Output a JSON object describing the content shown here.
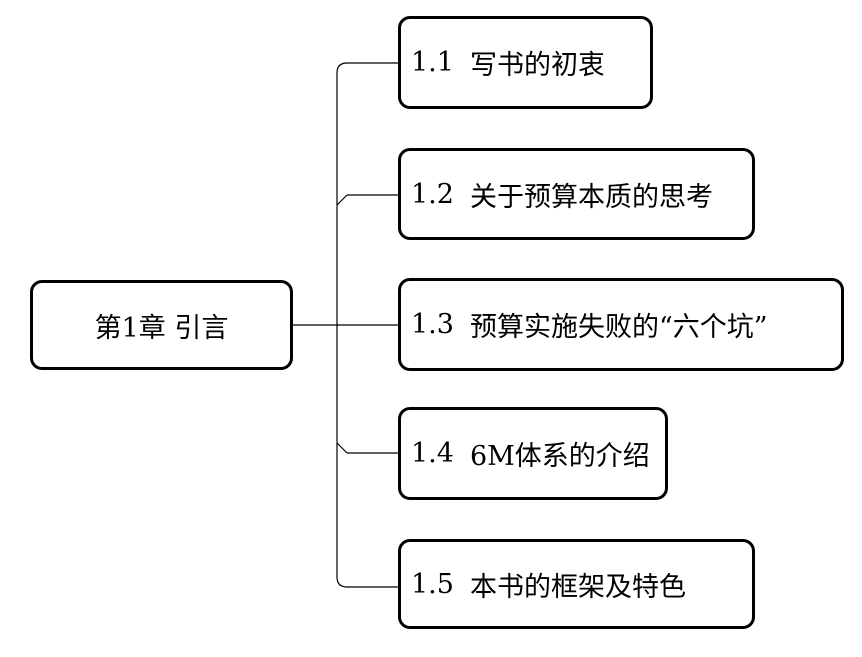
{
  "diagram": {
    "root": {
      "label": "第1章  引言"
    },
    "children": [
      {
        "number": "1.1",
        "title": "写书的初衷"
      },
      {
        "number": "1.2",
        "title": "关于预算本质的思考"
      },
      {
        "number": "1.3",
        "title": "预算实施失败的“六个坑”"
      },
      {
        "number": "1.4",
        "title": "6M体系的介绍"
      },
      {
        "number": "1.5",
        "title": "本书的框架及特色"
      }
    ]
  }
}
